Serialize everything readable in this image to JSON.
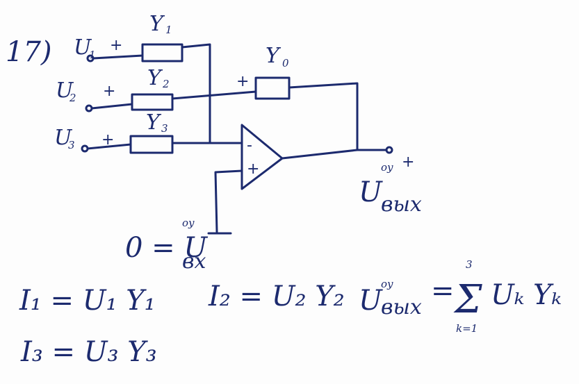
{
  "problem": {
    "number": "17)"
  },
  "inputs": [
    {
      "voltage": "U",
      "index": "1",
      "sign": "+",
      "resistor": "Y",
      "resistor_index": "1"
    },
    {
      "voltage": "U",
      "index": "2",
      "sign": "+",
      "resistor": "Y",
      "resistor_index": "2"
    },
    {
      "voltage": "U",
      "index": "3",
      "sign": "+",
      "resistor": "Y",
      "resistor_index": "3"
    }
  ],
  "feedback": {
    "sign": "+",
    "resistor": "Y",
    "resistor_index": "0"
  },
  "opamp": {
    "minus": "-",
    "plus": "+"
  },
  "output": {
    "label": "U",
    "superscript": "оу",
    "sign": "+",
    "subscript": "вых"
  },
  "ground": {
    "label": "0 = U",
    "superscript": "оу",
    "subscript": "вх"
  },
  "equations": {
    "i1": "I₁ = U₁ Y₁",
    "i2": "I₂ = U₂ Y₂",
    "i3": "I₃ = U₃ Y₃",
    "sum_left": "U",
    "sum_left_sup": "оу",
    "sum_left_sub": "вых",
    "sum_eq": "=",
    "sum_sigma": "Σ",
    "sum_upper": "3",
    "sum_lower": "k=1",
    "sum_term": "Uₖ Yₖ"
  },
  "colors": {
    "ink": "#1c2a6e",
    "paper": "#fdfdfd"
  }
}
